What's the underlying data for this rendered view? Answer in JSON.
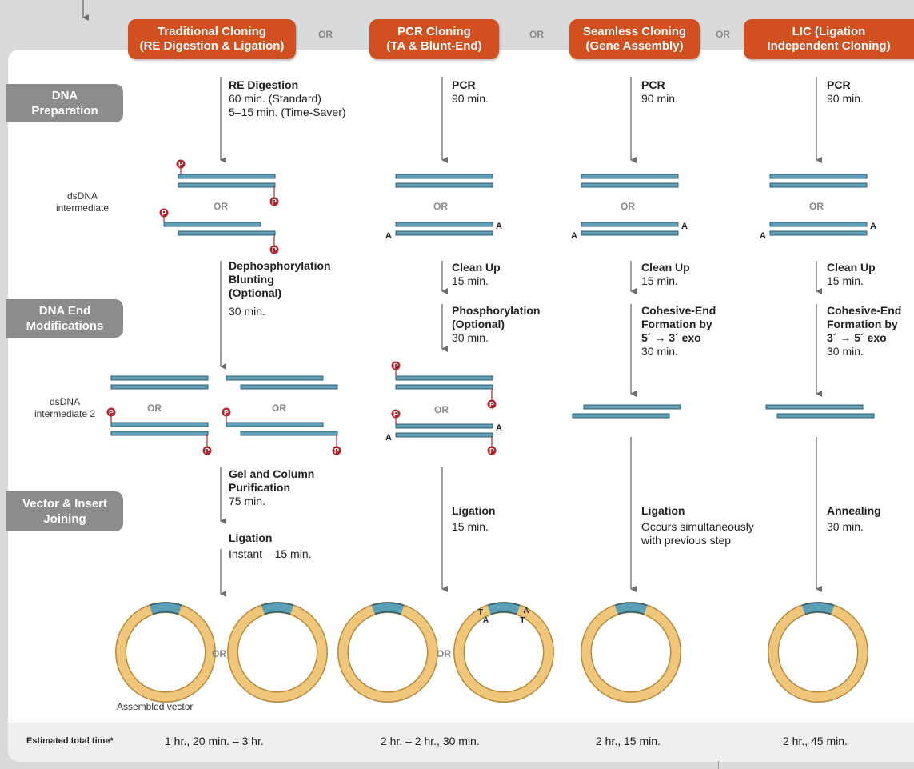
{
  "methods": [
    {
      "title": "Traditional Cloning\n(RE Digestion & Ligation)"
    },
    {
      "title": "PCR Cloning\n(TA  & Blunt-End)"
    },
    {
      "title": "Seamless Cloning\n(Gene Assembly)"
    },
    {
      "title": "LIC (Ligation\nIndependent Cloning)"
    }
  ],
  "or_label": "OR",
  "stages": {
    "dna_prep": "DNA\nPreparation",
    "end_mod": "DNA End\nModifications",
    "joining": "Vector & Insert\nJoining"
  },
  "side_labels": {
    "intermediate": "dsDNA\nintermediate",
    "intermediate2": "dsDNA\nintermediate 2",
    "assembled": "Assembled vector"
  },
  "traditional": {
    "s1_title": "RE Digestion",
    "s1_detail": "60 min. (Standard)\n5–15 min. (Time-Saver)",
    "s2_title": "Dephosphorylation\nBlunting\n(Optional)",
    "s2_detail": "30 min.",
    "s3_title": "Gel and Column\nPurification",
    "s3_detail": "75 min.",
    "s4_title": "Ligation",
    "s4_detail": "Instant – 15 min."
  },
  "pcr": {
    "s1_title": "PCR",
    "s1_detail": "90 min.",
    "s2_title": "Clean Up",
    "s2_detail": "15 min.",
    "s3_title": "Phosphorylation\n(Optional)",
    "s3_detail": "30 min.",
    "s4_title": "Ligation",
    "s4_detail": "15 min."
  },
  "seamless": {
    "s1_title": "PCR",
    "s1_detail": "90 min.",
    "s2_title": "Clean Up",
    "s2_detail": "15 min.",
    "s3_title": "Cohesive-End\nFormation by\n5´ → 3´ exo",
    "s3_detail": "30 min.",
    "s4_title": "Ligation",
    "s4_detail": "Occurs simultaneously\nwith previous step"
  },
  "lic": {
    "s1_title": "PCR",
    "s1_detail": "90 min.",
    "s2_title": "Clean Up",
    "s2_detail": "15 min.",
    "s3_title": "Cohesive-End\nFormation by\n3´ → 5´ exo",
    "s3_detail": "30 min.",
    "s4_title": "Annealing",
    "s4_detail": "30 min."
  },
  "overhang_label": "A",
  "overhang_label_t": "T",
  "phosphate_label": "P",
  "footer": {
    "label": "Estimated total time*",
    "traditional": "1 hr., 20 min. – 3 hr.",
    "pcr": "2 hr. – 2 hr., 30 min.",
    "seamless": "2 hr., 15 min.",
    "lic": "2 hr., 45 min."
  },
  "colors": {
    "method_box": "#d24f1f",
    "stage_box": "#8b8c8e",
    "dna_strand": "#5fa0b8",
    "phosphate": "#b1262c",
    "plasmid": "#f0c77a",
    "insert": "#5b9fb7"
  }
}
